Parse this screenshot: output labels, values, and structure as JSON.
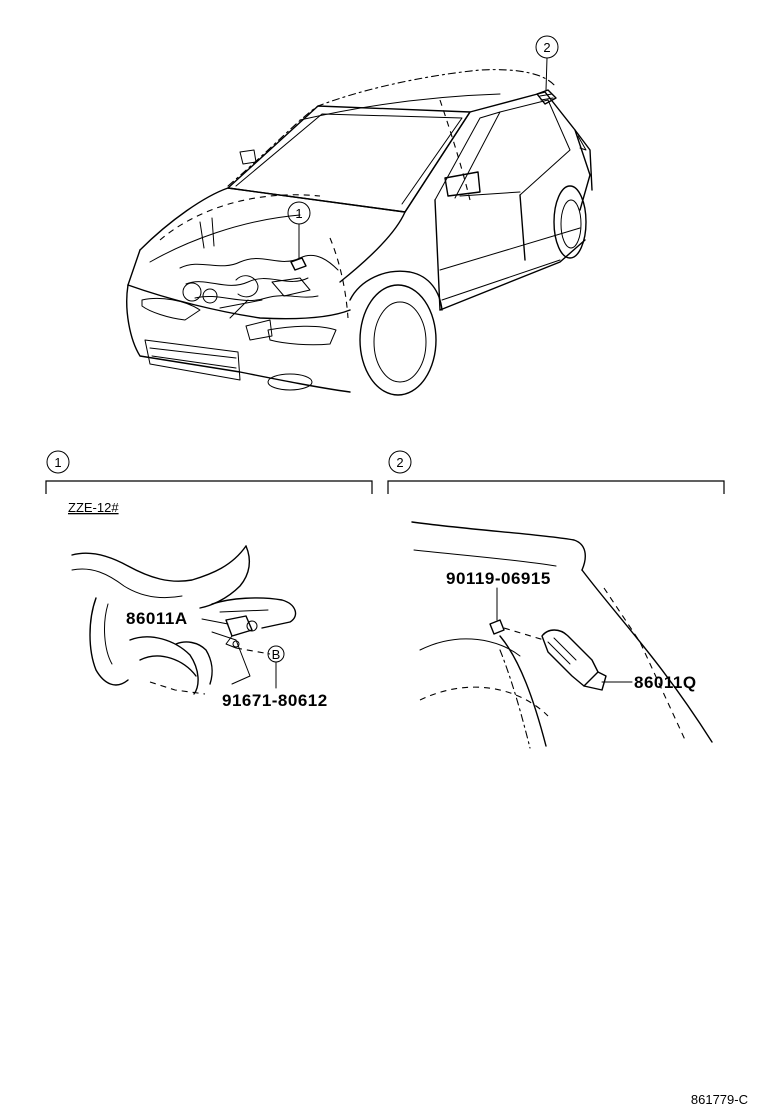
{
  "overview": {
    "callouts": [
      "1",
      "2"
    ]
  },
  "detail_1": {
    "callout": "1",
    "variant": "ZZE-12#",
    "parts": {
      "sensor": "86011A",
      "bolt": "91671-80612",
      "bolt_ref": "B"
    }
  },
  "detail_2": {
    "callout": "2",
    "parts": {
      "screw": "90119-06915",
      "sensor": "86011Q"
    }
  },
  "footer": {
    "diagram_id": "861779-C"
  }
}
